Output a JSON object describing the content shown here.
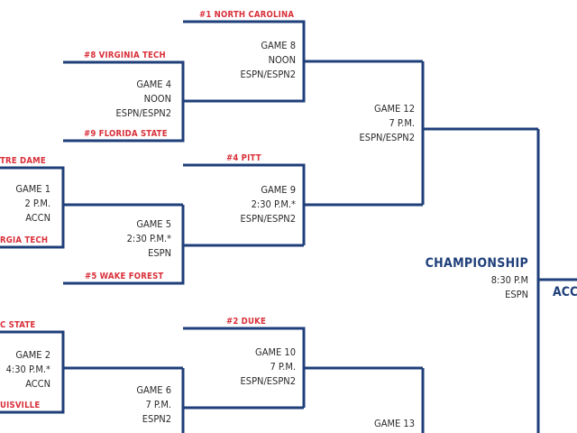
{
  "teams": {
    "nc1": "#1 NORTH CAROLINA",
    "vt8": "#8 VIRGINIA TECH",
    "fsu9": "#9 FLORIDA STATE",
    "nd": "TRE DAME",
    "gt": "RGIA TECH",
    "pitt4": "#4 PITT",
    "wf5": "#5 WAKE FOREST",
    "ncs": "C STATE",
    "lou": "UISVILLE",
    "duke2": "#2 DUKE"
  },
  "games": {
    "g1": [
      "GAME 1",
      "2 P.M.",
      "ACCN"
    ],
    "g2": [
      "GAME 2",
      "4:30 P.M.*",
      "ACCN"
    ],
    "g4": [
      "GAME 4",
      "NOON",
      "ESPN/ESPN2"
    ],
    "g5": [
      "GAME 5",
      "2:30 P.M.*",
      "ESPN"
    ],
    "g6": [
      "GAME 6",
      "7 P.M.",
      "ESPN2"
    ],
    "g8": [
      "GAME 8",
      "NOON",
      "ESPN/ESPN2"
    ],
    "g9": [
      "GAME 9",
      "2:30 P.M.*",
      "ESPN/ESPN2"
    ],
    "g10": [
      "GAME 10",
      "7 P.M.",
      "ESPN/ESPN2"
    ],
    "g12": [
      "GAME 12",
      "7 P.M.",
      "ESPN/ESPN2"
    ],
    "g13": [
      "GAME 13"
    ]
  },
  "championship": {
    "title": "CHAMPIONSHIP",
    "time": "8:30 P.M",
    "network": "ESPN"
  },
  "acc_label": "ACC",
  "colors": {
    "line": "#1f3f7a",
    "team": "#d9303a",
    "title": "#1f3f7a",
    "text": "#2a2a2a"
  }
}
